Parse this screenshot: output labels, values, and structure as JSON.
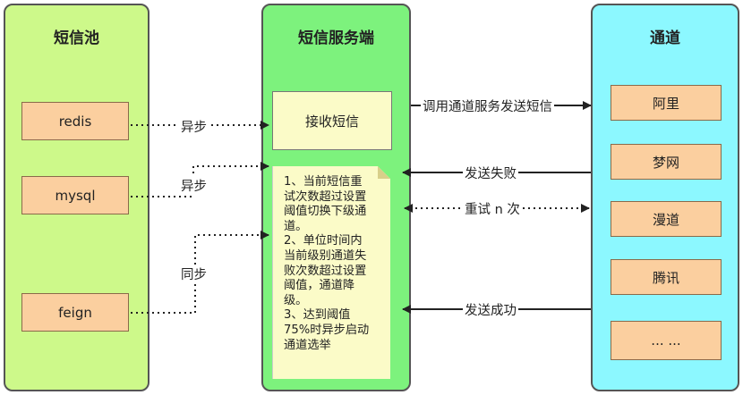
{
  "pool": {
    "title": "短信池",
    "sources": [
      "redis",
      "mysql",
      "feign"
    ]
  },
  "server": {
    "title": "短信服务端",
    "receive": "接收短信",
    "note_lines": [
      "1、当前短信重",
      "试次数超过设置",
      "阈值切换下级通",
      "道。",
      "2、单位时间内",
      "当前级别通道失",
      "败次数超过设置",
      "阈值，通道降",
      "级。",
      "3、达到阈值",
      "75%时异步启动",
      "通道选举"
    ]
  },
  "channel": {
    "title": "通道",
    "items": [
      "阿里",
      "梦网",
      "漫道",
      "腾讯",
      "... ..."
    ]
  },
  "edges": {
    "redis": "异步",
    "mysql": "异步",
    "feign": "同步",
    "call": "调用通道服务发送短信",
    "fail": "发送失败",
    "retry": "重试 n 次",
    "success": "发送成功"
  }
}
